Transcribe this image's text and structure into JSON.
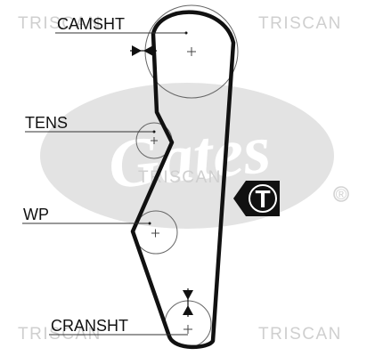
{
  "watermark": {
    "brand": "TRISCAN",
    "logo_text": "Gates",
    "registered_mark": "®"
  },
  "labels": {
    "camshaft": "CAMSHT",
    "tensioner": "TENS",
    "water_pump": "WP",
    "crankshaft": "CRANSHT"
  },
  "tension_badge": {
    "letter": "T"
  },
  "icons": {
    "pulley_center": "plus-icon",
    "camshaft_mark": "double-arrow-horizontal-icon",
    "crankshaft_mark": "double-arrow-vertical-icon",
    "tension_badge": "t-badge-icon"
  },
  "colors": {
    "belt": "#111111",
    "pulley": "#666666",
    "watermark": "#cfcfcf",
    "logo_oval": "#e3e3e3"
  }
}
